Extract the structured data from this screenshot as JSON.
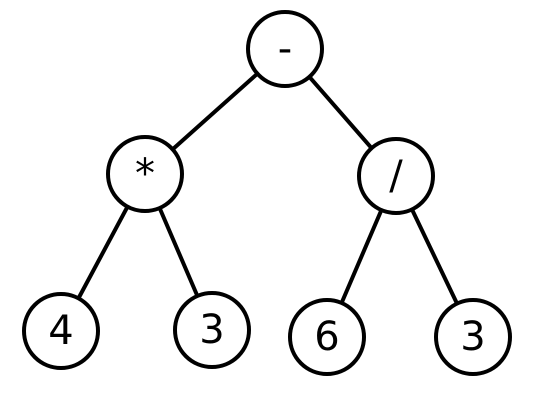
{
  "tree": {
    "nodes": [
      {
        "id": "root",
        "label": "-"
      },
      {
        "id": "mul",
        "label": "*"
      },
      {
        "id": "div",
        "label": "/"
      },
      {
        "id": "leaf-4",
        "label": "4"
      },
      {
        "id": "leaf-3a",
        "label": "3"
      },
      {
        "id": "leaf-6",
        "label": "6"
      },
      {
        "id": "leaf-3b",
        "label": "3"
      }
    ],
    "edges": [
      {
        "from": "root",
        "to": "mul"
      },
      {
        "from": "root",
        "to": "div"
      },
      {
        "from": "mul",
        "to": "leaf-4"
      },
      {
        "from": "mul",
        "to": "leaf-3a"
      },
      {
        "from": "div",
        "to": "leaf-6"
      },
      {
        "from": "div",
        "to": "leaf-3b"
      }
    ],
    "colors": {
      "stroke": "#000000",
      "fill": "#ffffff"
    }
  }
}
